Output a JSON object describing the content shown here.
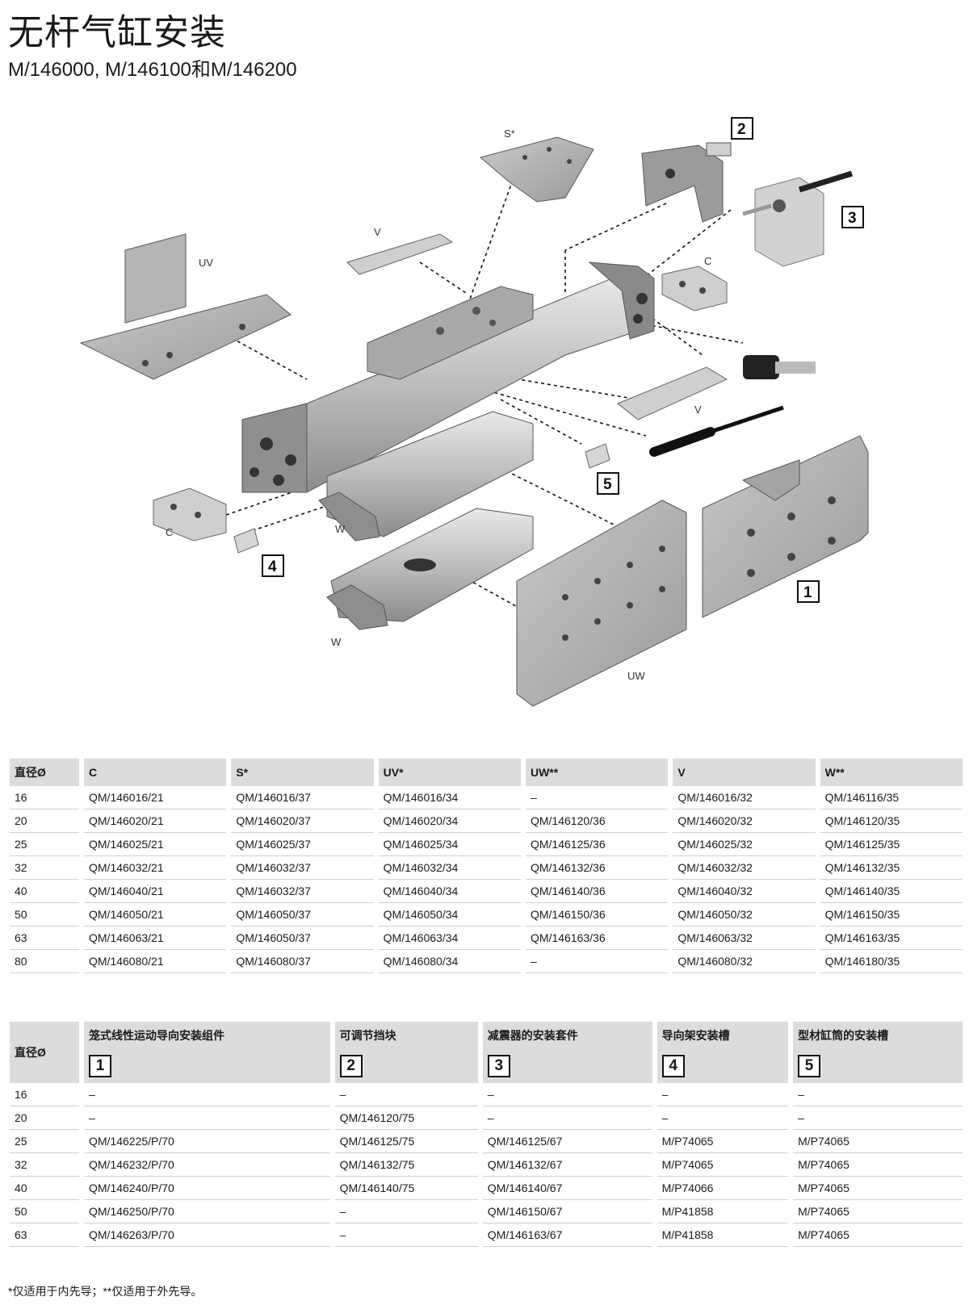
{
  "title": "无杆气缸安装",
  "subtitle": "M/146000, M/146100和M/146200",
  "figure": {
    "labels": {
      "s": "S*",
      "uv": "UV",
      "v_top": "V",
      "c_right": "C",
      "v_right": "V",
      "c_left": "C",
      "w_mid": "W",
      "w_bottom": "W",
      "uw": "UW"
    },
    "callouts": [
      "1",
      "2",
      "3",
      "4",
      "5"
    ]
  },
  "table1": {
    "headers": [
      "直径Ø",
      "C",
      "S*",
      "UV*",
      "UW**",
      "V",
      "W**"
    ],
    "rows": [
      [
        "16",
        "QM/146016/21",
        "QM/146016/37",
        "QM/146016/34",
        "–",
        "QM/146016/32",
        "QM/146116/35"
      ],
      [
        "20",
        "QM/146020/21",
        "QM/146020/37",
        "QM/146020/34",
        "QM/146120/36",
        "QM/146020/32",
        "QM/146120/35"
      ],
      [
        "25",
        "QM/146025/21",
        "QM/146025/37",
        "QM/146025/34",
        "QM/146125/36",
        "QM/146025/32",
        "QM/146125/35"
      ],
      [
        "32",
        "QM/146032/21",
        "QM/146032/37",
        "QM/146032/34",
        "QM/146132/36",
        "QM/146032/32",
        "QM/146132/35"
      ],
      [
        "40",
        "QM/146040/21",
        "QM/146032/37",
        "QM/146040/34",
        "QM/146140/36",
        "QM/146040/32",
        "QM/146140/35"
      ],
      [
        "50",
        "QM/146050/21",
        "QM/146050/37",
        "QM/146050/34",
        "QM/146150/36",
        "QM/146050/32",
        "QM/146150/35"
      ],
      [
        "63",
        "QM/146063/21",
        "QM/146050/37",
        "QM/146063/34",
        "QM/146163/36",
        "QM/146063/32",
        "QM/146163/35"
      ],
      [
        "80",
        "QM/146080/21",
        "QM/146080/37",
        "QM/146080/34",
        "–",
        "QM/146080/32",
        "QM/146180/35"
      ]
    ]
  },
  "table2": {
    "headers": [
      "直径Ø",
      "笼式线性运动导向安装组件",
      "可调节挡块",
      "减震器的安装套件",
      "导向架安装槽",
      "型材缸筒的安装槽"
    ],
    "numbers": [
      "1",
      "2",
      "3",
      "4",
      "5"
    ],
    "rows": [
      [
        "16",
        "–",
        "–",
        "–",
        "–",
        "–"
      ],
      [
        "20",
        "–",
        "QM/146120/75",
        "–",
        "–",
        "–"
      ],
      [
        "25",
        "QM/146225/P/70",
        "QM/146125/75",
        "QM/146125/67",
        "M/P74065",
        "M/P74065"
      ],
      [
        "32",
        "QM/146232/P/70",
        "QM/146132/75",
        "QM/146132/67",
        "M/P74065",
        "M/P74065"
      ],
      [
        "40",
        "QM/146240/P/70",
        "QM/146140/75",
        "QM/146140/67",
        "M/P74066",
        "M/P74065"
      ],
      [
        "50",
        "QM/146250/P/70",
        "–",
        "QM/146150/67",
        "M/P41858",
        "M/P74065"
      ],
      [
        "63",
        "QM/146263/P/70",
        "–",
        "QM/146163/67",
        "M/P41858",
        "M/P74065"
      ]
    ]
  },
  "footnote": "*仅适用于内先导；**仅适用于外先导。"
}
